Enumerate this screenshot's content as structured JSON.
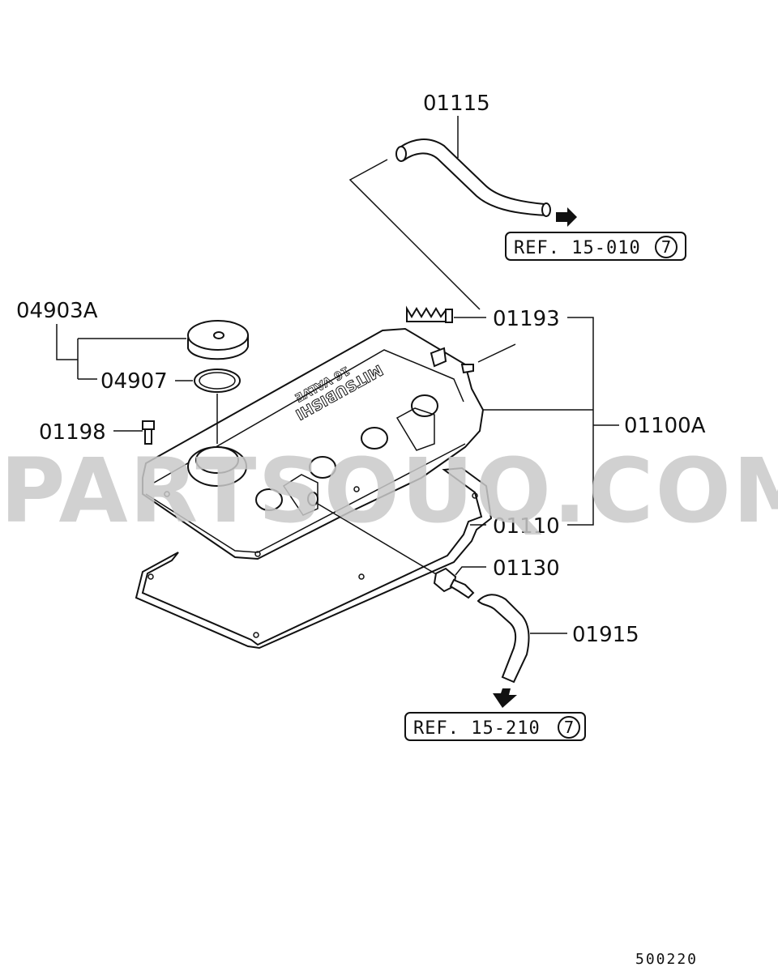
{
  "labels": {
    "hose_upper": "01115",
    "breather_pipe": "01193",
    "cover_assy": "01100A",
    "gasket": "01110",
    "pcv_valve": "01130",
    "hose_lower": "01915",
    "cap_assy": "04903A",
    "cap_seal": "04907",
    "bolt": "01198"
  },
  "refs": {
    "upper": {
      "text": "REF. 15-010",
      "circle": "7"
    },
    "lower": {
      "text": "REF. 15-210",
      "circle": "7"
    }
  },
  "watermark": "PARTSOUQ.COM",
  "embossing": {
    "brand": "MITSUBISHI",
    "model": "16 VALVE"
  },
  "diagram_number": "500220"
}
